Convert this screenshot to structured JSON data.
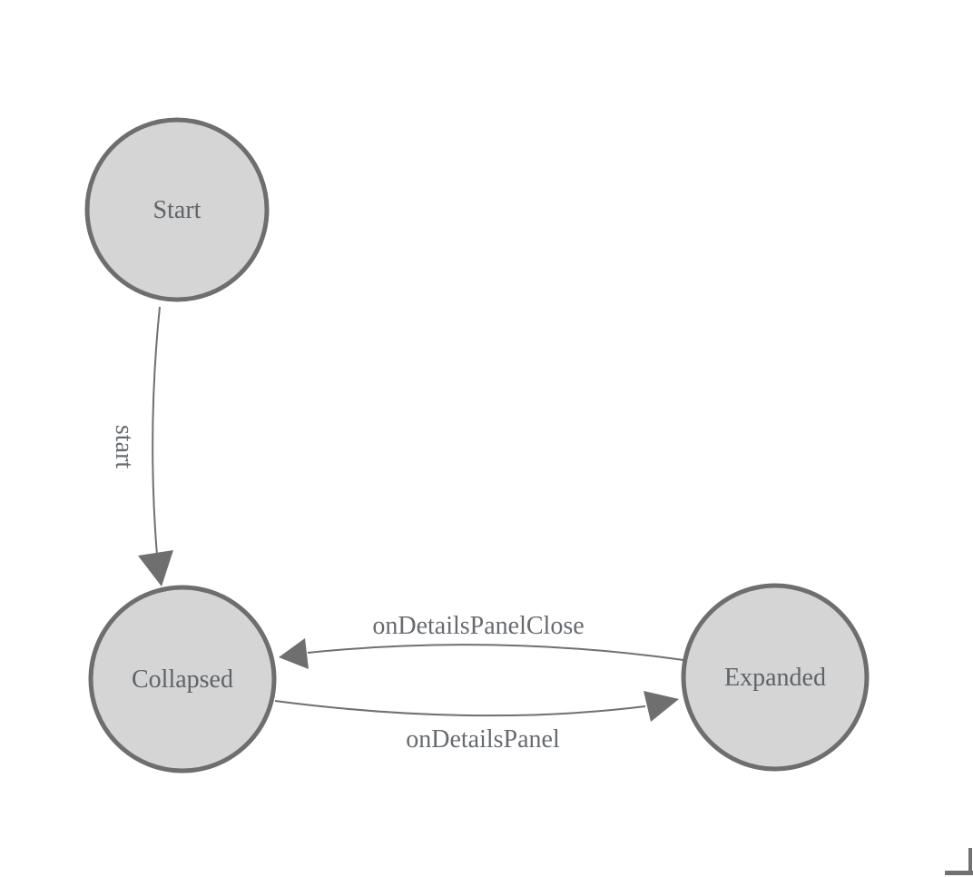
{
  "diagram": {
    "type": "state-machine",
    "background_color": "#ffffff",
    "colors": {
      "node_fill": "#d5d5d5",
      "node_border": "#6e6e6e",
      "edge_stroke": "#707070",
      "arrowhead_fill": "#6f6f6f",
      "node_text": "#5e646a",
      "edge_text": "#676b70",
      "corner_mark": "#717171"
    },
    "nodes": [
      {
        "id": "start",
        "label": "Start"
      },
      {
        "id": "collapsed",
        "label": "Collapsed"
      },
      {
        "id": "expanded",
        "label": "Expanded"
      }
    ],
    "edges": [
      {
        "from": "Start",
        "to": "Collapsed",
        "label": "start"
      },
      {
        "from": "Collapsed",
        "to": "Expanded",
        "label": "onDetailsPanel"
      },
      {
        "from": "Expanded",
        "to": "Collapsed",
        "label": "onDetailsPanelClose"
      }
    ],
    "corner_mark": {
      "icon": "resize-corner-icon"
    }
  }
}
